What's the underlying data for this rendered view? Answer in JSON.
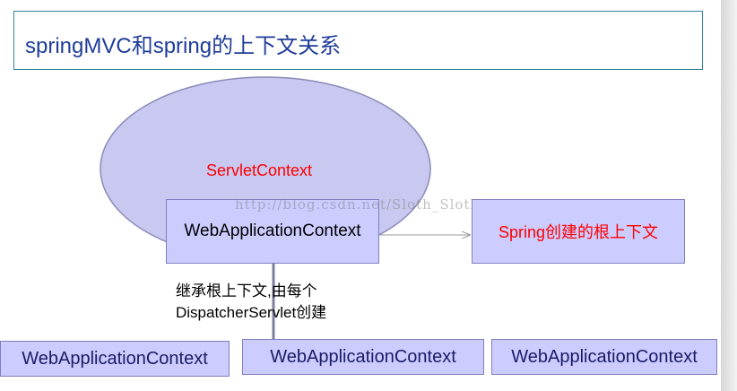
{
  "title": "springMVC和spring的上下文关系",
  "ellipse_label": "ServletContext",
  "root_context": {
    "label": "WebApplicationContext",
    "note": "Spring创建的根上下文"
  },
  "watermark": "http://blog.csdn.net/Sloth_Sloth",
  "inherit_note": {
    "line1": "继承根上下文,由每个",
    "line2": "DispatcherServlet创建"
  },
  "child_contexts": [
    {
      "label": "WebApplicationContext"
    },
    {
      "label": "WebApplicationContext"
    },
    {
      "label": "WebApplicationContext"
    }
  ],
  "colors": {
    "title_text": "#1f3d99",
    "ellipse_fill": "#c8c8f0",
    "box_fill": "#ccccff",
    "highlight_text": "#ff0000"
  }
}
